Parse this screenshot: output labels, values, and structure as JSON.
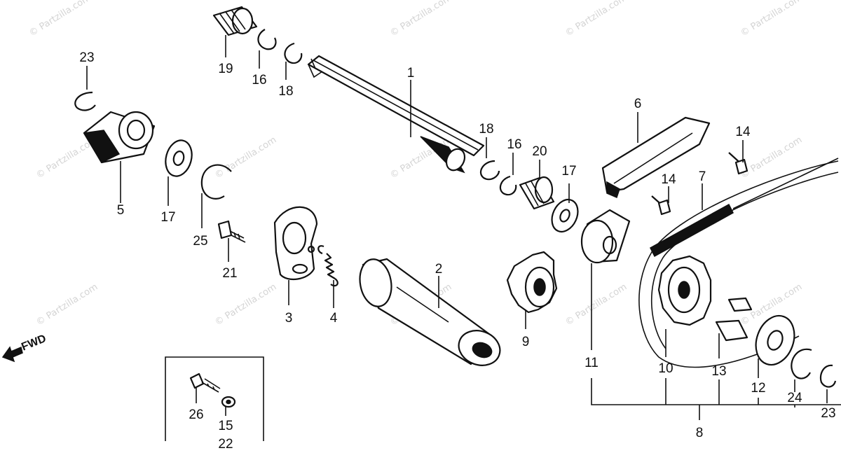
{
  "watermark": "© Partzilla.com",
  "direction_label": "FWD",
  "callouts": {
    "c1": "1",
    "c2": "2",
    "c3": "3",
    "c4": "4",
    "c5": "5",
    "c6": "6",
    "c7": "7",
    "c8": "8",
    "c9": "9",
    "c10": "10",
    "c11": "11",
    "c12": "12",
    "c13": "13",
    "c14a": "14",
    "c14b": "14",
    "c15": "15",
    "c16a": "16",
    "c16b": "16",
    "c17a": "17",
    "c17b": "17",
    "c18a": "18",
    "c18b": "18",
    "c19": "19",
    "c20": "20",
    "c21": "21",
    "c22": "22",
    "c23a": "23",
    "c23b": "23",
    "c24": "24",
    "c25": "25",
    "c26": "26"
  }
}
